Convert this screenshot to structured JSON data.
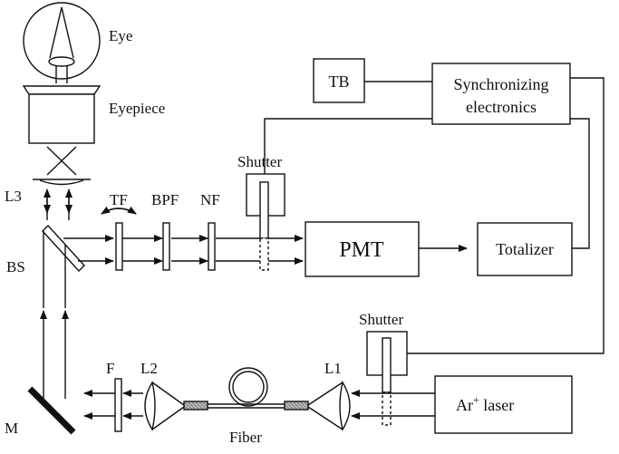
{
  "diagram": {
    "labels": {
      "eye": "Eye",
      "eyepiece": "Eyepiece",
      "l3": "L3",
      "tf": "TF",
      "bpf": "BPF",
      "nf": "NF",
      "bs": "BS",
      "shutter_top": "Shutter",
      "shutter_bottom": "Shutter",
      "tb": "TB",
      "sync_line1": "Synchronizing",
      "sync_line2": "electronics",
      "pmt": "PMT",
      "totalizer": "Totalizer",
      "f": "F",
      "l2": "L2",
      "l1": "L1",
      "m": "M",
      "fiber": "Fiber",
      "laser_main": "Ar",
      "laser_sup": "+",
      "laser_rest": " laser"
    }
  }
}
